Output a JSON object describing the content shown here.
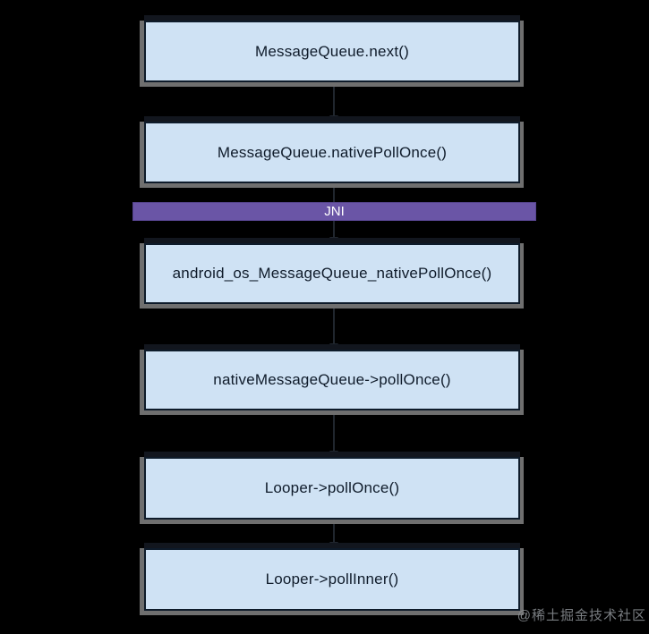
{
  "diagram": {
    "nodes": [
      {
        "label": "MessageQueue.next()"
      },
      {
        "label": "MessageQueue.nativePollOnce()"
      },
      {
        "label": "android_os_MessageQueue_nativePollOnce()"
      },
      {
        "label": "nativeMessageQueue->pollOnce()"
      },
      {
        "label": "Looper->pollOnce()"
      },
      {
        "label": "Looper->pollInner()"
      }
    ],
    "jni_bar": {
      "label": "JNI"
    },
    "colors": {
      "background": "#000000",
      "node-fill": "#cfe2f4",
      "node-border": "#0e1b2a",
      "node-text": "#0f1b2a",
      "node-shadow": "#6f6f6f",
      "jni-fill": "#6a55a6",
      "jni-border": "#584691",
      "jni-text": "#ffffff",
      "connector": "#20262e",
      "watermark-text": "#8f9398"
    }
  },
  "watermark": {
    "text": "@稀土掘金技术社区"
  }
}
